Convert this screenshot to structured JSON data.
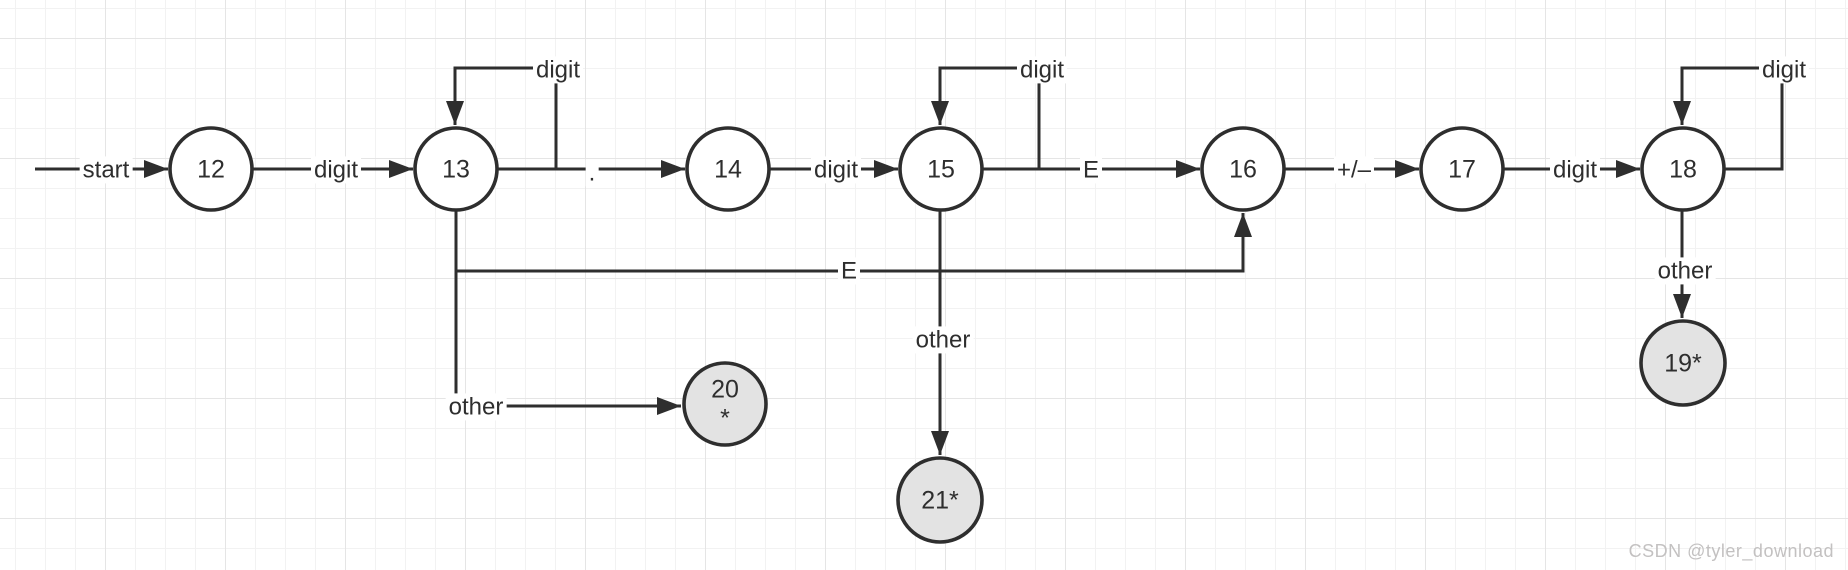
{
  "watermark": "CSDN @tyler_download",
  "colors": {
    "stroke": "#2e2e2e",
    "state_fill": "#ffffff",
    "accept_state_fill": "#e3e3e3",
    "grid_minor": "#f2f2f2",
    "grid_major": "#e5e5e5",
    "watermark_text": "#c3c1c1"
  },
  "diagram": {
    "type": "dfa-state-diagram",
    "states": [
      {
        "id": "12",
        "label": "12",
        "accepting": false
      },
      {
        "id": "13",
        "label": "13",
        "accepting": false
      },
      {
        "id": "14",
        "label": "14",
        "accepting": false
      },
      {
        "id": "15",
        "label": "15",
        "accepting": false
      },
      {
        "id": "16",
        "label": "16",
        "accepting": false
      },
      {
        "id": "17",
        "label": "17",
        "accepting": false
      },
      {
        "id": "18",
        "label": "18",
        "accepting": false
      },
      {
        "id": "19",
        "label": "19*",
        "accepting": true
      },
      {
        "id": "20",
        "label": "20",
        "label_line2": "*",
        "accepting": true
      },
      {
        "id": "21",
        "label": "21*",
        "accepting": true
      }
    ],
    "transitions": [
      {
        "from": "start",
        "to": "12",
        "label": "start"
      },
      {
        "from": "12",
        "to": "13",
        "label": "digit"
      },
      {
        "from": "13",
        "to": "13",
        "label": "digit"
      },
      {
        "from": "13",
        "to": "14",
        "label": "."
      },
      {
        "from": "14",
        "to": "15",
        "label": "digit"
      },
      {
        "from": "15",
        "to": "15",
        "label": "digit"
      },
      {
        "from": "15",
        "to": "16",
        "label": "E"
      },
      {
        "from": "16",
        "to": "17",
        "label": "+/–"
      },
      {
        "from": "17",
        "to": "18",
        "label": "digit"
      },
      {
        "from": "18",
        "to": "18",
        "label": "digit"
      },
      {
        "from": "13",
        "to": "16",
        "label": "E"
      },
      {
        "from": "13",
        "to": "20",
        "label": "other"
      },
      {
        "from": "15",
        "to": "21",
        "label": "other"
      },
      {
        "from": "18",
        "to": "19",
        "label": "other"
      }
    ]
  }
}
